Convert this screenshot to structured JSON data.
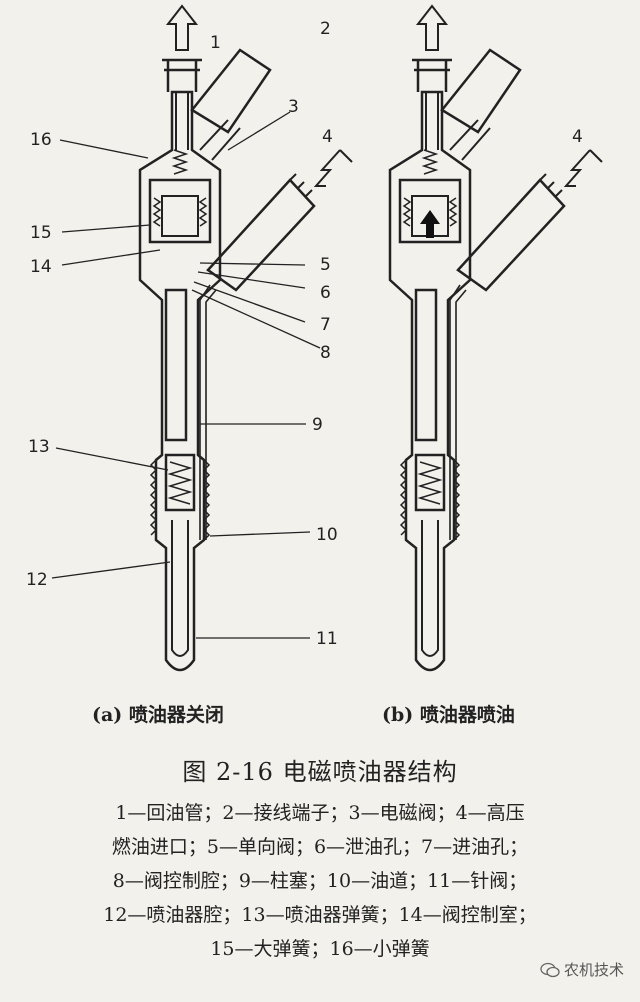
{
  "diagram": {
    "labels": {
      "n1": "1",
      "n2": "2",
      "n3": "3",
      "n4": "4",
      "n4b": "4",
      "n5": "5",
      "n6": "6",
      "n7": "7",
      "n8": "8",
      "n9": "9",
      "n10": "10",
      "n11": "11",
      "n12": "12",
      "n13": "13",
      "n14": "14",
      "n15": "15",
      "n16": "16"
    },
    "subcaptions": {
      "a": "(a) 喷油器关闭",
      "b": "(b) 喷油器喷油"
    }
  },
  "figure_title": "图 2-16   电磁喷油器结构",
  "legend_lines": [
    "1—回油管；2—接线端子；3—电磁阀；4—高压",
    "燃油进口；5—单向阀；6—泄油孔；7—进油孔；",
    "8—阀控制腔；9—柱塞；10—油道；11—针阀；",
    "12—喷油器腔；13—喷油器弹簧；14—阀控制室；",
    "15—大弹簧；16—小弹簧"
  ],
  "watermark": {
    "text": "农机技术",
    "icon": "wechat-icon"
  }
}
